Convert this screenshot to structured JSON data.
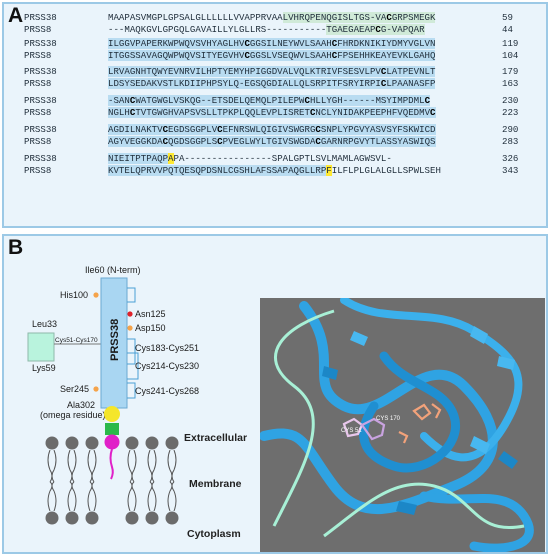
{
  "panel_a": {
    "letter": "A",
    "blocks": [
      {
        "rows": [
          {
            "name": "PRSS38",
            "num": "59",
            "segs": [
              {
                "t": "MAAPASVMGPLGPSALGLLLLLLVVAPPRVAA",
                "c": ""
              },
              {
                "t": "LVHRQPENQGISLTGS",
                "c": "gh"
              },
              {
                "t": "-VA",
                "c": "gh"
              },
              {
                "t": "C",
                "c": "gh cys"
              },
              {
                "t": "GRPSMEGK",
                "c": "gh"
              }
            ]
          },
          {
            "name": "PRSS8",
            "num": "44",
            "segs": [
              {
                "t": "---MAQKGVLGPGQLGAVAILLYLGLLRS-----------",
                "c": ""
              },
              {
                "t": "TGAEGAEAP",
                "c": "gh"
              },
              {
                "t": "C",
                "c": "gh cys"
              },
              {
                "t": "G-VAPQAR",
                "c": "gh"
              }
            ]
          }
        ]
      },
      {
        "rows": [
          {
            "name": "PRSS38",
            "num": "119",
            "segs": [
              {
                "t": "ILGGVPAPERKWPWQVSVHYAGLHV",
                "c": "hl"
              },
              {
                "t": "C",
                "c": "hl cys"
              },
              {
                "t": "GGSILNEYWVLSAAH",
                "c": "hl"
              },
              {
                "t": "C",
                "c": "hl cys"
              },
              {
                "t": "FHRDKNIKIYDMYVGLVN",
                "c": "hl"
              }
            ]
          },
          {
            "name": "PRSS8",
            "num": "104",
            "segs": [
              {
                "t": "ITGGSSAVAGQWPWQVSITYEGVHV",
                "c": "hl"
              },
              {
                "t": "C",
                "c": "hl cys"
              },
              {
                "t": "GGSLVSEQWVLSAAH",
                "c": "hl"
              },
              {
                "t": "C",
                "c": "hl cys"
              },
              {
                "t": "FPSEHHKEAYEVKLGAHQ",
                "c": "hl"
              }
            ]
          }
        ]
      },
      {
        "rows": [
          {
            "name": "PRSS38",
            "num": "179",
            "segs": [
              {
                "t": "LRVAGNHTQWYEVNRVILHPTYEMYHPIGGDVALVQLKTRIVFSESVLPV",
                "c": "hl"
              },
              {
                "t": "C",
                "c": "hl cys"
              },
              {
                "t": "LATPEVNLT",
                "c": "hl"
              }
            ]
          },
          {
            "name": "PRSS8",
            "num": "163",
            "segs": [
              {
                "t": "LDSYSEDAKVSTLKDIIPHPSYLQ-EGSQGDIALLQLSRPITFSRYIRPI",
                "c": "hl"
              },
              {
                "t": "C",
                "c": "hl cys"
              },
              {
                "t": "LPAANASFP",
                "c": "hl"
              }
            ]
          }
        ]
      },
      {
        "rows": [
          {
            "name": "PRSS38",
            "num": "230",
            "segs": [
              {
                "t": "-SAN",
                "c": "hl"
              },
              {
                "t": "C",
                "c": "hl cys"
              },
              {
                "t": "WATGWGLVSKQG--ETSDELQEMQLPILEPW",
                "c": "hl"
              },
              {
                "t": "C",
                "c": "hl cys"
              },
              {
                "t": "HLLYGH------MSYIMPDML",
                "c": "hl"
              },
              {
                "t": "C",
                "c": "hl cys"
              }
            ]
          },
          {
            "name": "PRSS8",
            "num": "223",
            "segs": [
              {
                "t": "NGLH",
                "c": "hl"
              },
              {
                "t": "C",
                "c": "hl cys"
              },
              {
                "t": "TVTGWGHVAPSVSLLTPKPLQQLEVPLISRET",
                "c": "hl"
              },
              {
                "t": "C",
                "c": "hl cys"
              },
              {
                "t": "NCLYNIDAKPEEPHFVQEDMV",
                "c": "hl"
              },
              {
                "t": "C",
                "c": "hl cys"
              }
            ]
          }
        ]
      },
      {
        "rows": [
          {
            "name": "PRSS38",
            "num": "290",
            "segs": [
              {
                "t": "AGDILNAKTV",
                "c": "hl"
              },
              {
                "t": "C",
                "c": "hl cys"
              },
              {
                "t": "EGDSGGPLV",
                "c": "hl"
              },
              {
                "t": "C",
                "c": "hl cys"
              },
              {
                "t": "EFNRSWLQIGIVSWGRG",
                "c": "hl"
              },
              {
                "t": "C",
                "c": "hl cys"
              },
              {
                "t": "SNPLYPGVYASVSYFSKWICD",
                "c": "hl"
              }
            ]
          },
          {
            "name": "PRSS8",
            "num": "283",
            "segs": [
              {
                "t": "AGYVEGGKDA",
                "c": "hl"
              },
              {
                "t": "C",
                "c": "hl cys"
              },
              {
                "t": "QGDSGGPLS",
                "c": "hl"
              },
              {
                "t": "C",
                "c": "hl cys"
              },
              {
                "t": "PVEGLWYLTGIVSWGDA",
                "c": "hl"
              },
              {
                "t": "C",
                "c": "hl cys"
              },
              {
                "t": "GARNRPGVYTLASSYASWIQS",
                "c": "hl"
              }
            ]
          }
        ]
      },
      {
        "rows": [
          {
            "name": "PRSS38",
            "num": "326",
            "segs": [
              {
                "t": "NIEITPTPAQP",
                "c": "hl"
              },
              {
                "t": "A",
                "c": "yel"
              },
              {
                "t": "PA----------------",
                "c": ""
              },
              {
                "t": "S",
                "c": ""
              },
              {
                "t": "PALGPTLSVLMAMLAGWSVL-",
                "c": ""
              }
            ]
          },
          {
            "name": "PRSS8",
            "num": "343",
            "segs": [
              {
                "t": "KVTELQPRVVPQTQESQPDSNLCGSHLAFSSAPAQGLLRP",
                "c": "hl"
              },
              {
                "t": "F",
                "c": "yel"
              },
              {
                "t": "ILFLPLGLALGLLSPWLSEH",
                "c": ""
              }
            ]
          }
        ]
      }
    ]
  },
  "panel_b": {
    "letter": "B",
    "protein_label": "PRSS38",
    "n_term": "Ile60 (N-term)",
    "left_labels": {
      "his100": "His100",
      "ser245": "Ser245",
      "ala302": "Ala302",
      "omega": "(omega residue)"
    },
    "right_labels": {
      "asn125": "Asn125",
      "asp150": "Asp150",
      "cys183": "Cys183-Cys251",
      "cys214": "Cys214-Cys230",
      "cys241": "Cys241-Cys268"
    },
    "propeptide": {
      "top": "Leu33",
      "bottom": "Lys59",
      "bond": "Cys51-Cys170"
    },
    "zones": {
      "extracellular": "Extracellular",
      "membrane": "Membrane",
      "cytoplasm": "Cytoplasm"
    },
    "structure_labels": {
      "cys51": "CYS 51",
      "cys170": "CYS 170"
    },
    "colors": {
      "protein_box": "#a9d6f2",
      "his_dot": "#f5a34a",
      "asn_dot": "#e0222a",
      "gpi_yellow": "#f5e62a",
      "gpi_green": "#2bb84a",
      "gpi_magenta": "#e020c8",
      "lipid_head": "#6b6b6b",
      "struct_bg": "#6e6e6e",
      "ribbon": "#2fa3e3",
      "propeptide": "#b9f3dd"
    }
  }
}
